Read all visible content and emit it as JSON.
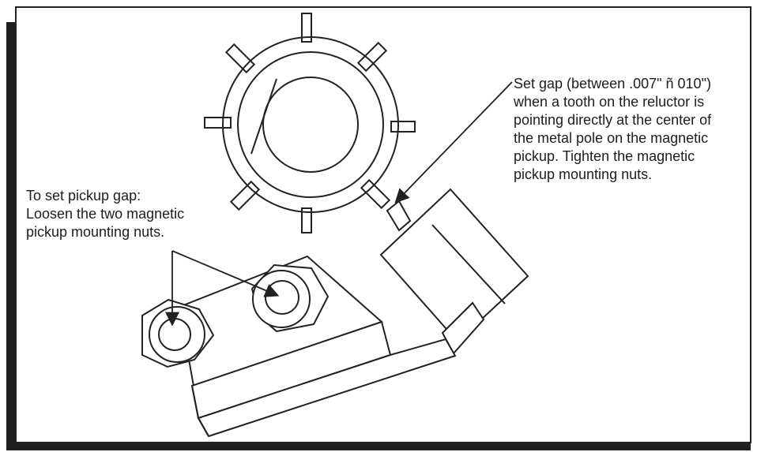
{
  "annotations": {
    "left_note_lines": [
      "To set pickup gap:",
      "Loosen the two magnetic",
      "pickup mounting nuts."
    ],
    "right_note_lines": [
      "Set gap (between .007\" ñ 010\")",
      "when a tooth on the reluctor is",
      "pointing directly at the center of",
      "the metal pole on the magnetic",
      "pickup. Tighten the magnetic",
      "pickup mounting nuts."
    ]
  },
  "colors": {
    "line": "#222222",
    "shadow": "#1f1f1f",
    "background": "#ffffff"
  }
}
